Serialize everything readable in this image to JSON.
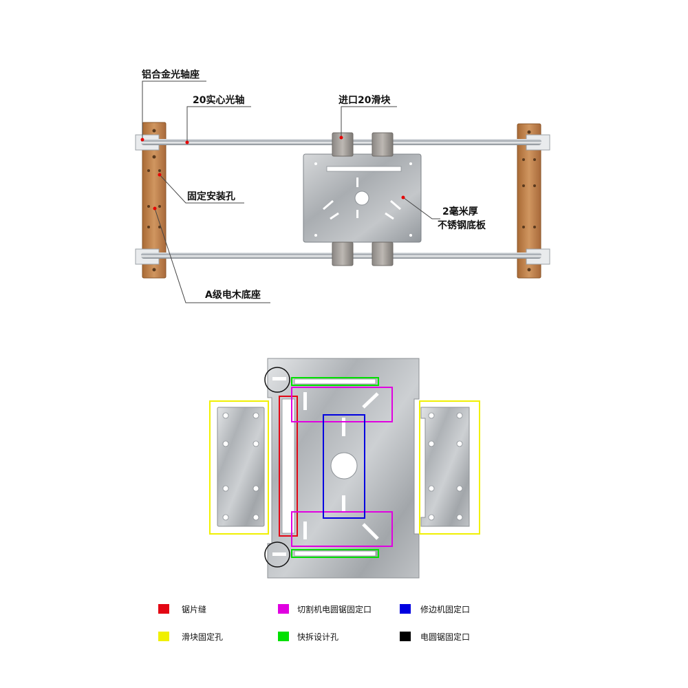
{
  "top_labels": {
    "shaft_support": "铝合金光轴座",
    "solid_shaft": "20实心光轴",
    "slider_block": "进口20滑块",
    "mount_hole": "固定安装孔",
    "plate_line1": "2毫米厚",
    "plate_line2": "不锈钢底板",
    "bakelite_base": "A级电木底座"
  },
  "legend": [
    {
      "label": "锯片缝",
      "color": "#e30613"
    },
    {
      "label": "切割机电圆锯固定口",
      "color": "#e000e0"
    },
    {
      "label": "修边机固定口",
      "color": "#0000e0"
    },
    {
      "label": "滑块固定孔",
      "color": "#f0f000"
    },
    {
      "label": "快拆设计孔",
      "color": "#00e000"
    },
    {
      "label": "电圆锯固定口",
      "color": "#000000"
    }
  ],
  "colors": {
    "bakelite": "#c48a52",
    "rail": "#b9bec4",
    "steel": "#b8bcc0",
    "leader_dot": "#e60000"
  }
}
